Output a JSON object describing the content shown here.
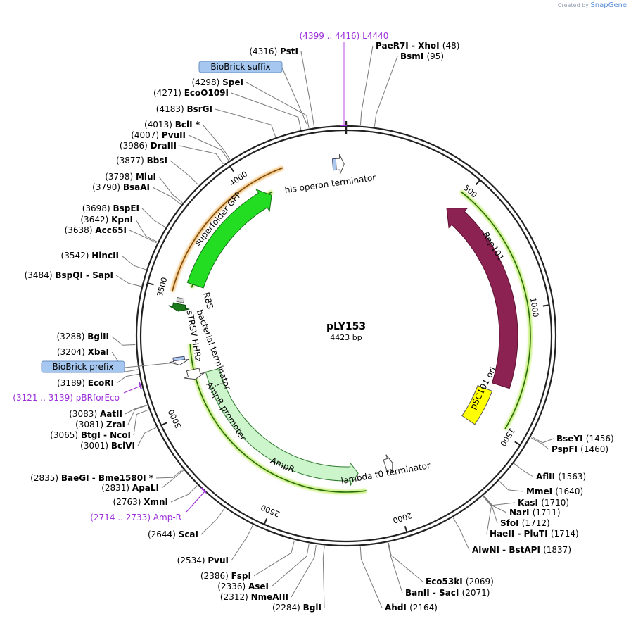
{
  "brand": {
    "prefix": "Created by",
    "name": "SnapGene"
  },
  "plasmid": {
    "name": "pLY153",
    "length_bp": 4423,
    "length_label": "4423 bp"
  },
  "tick_labels": [
    "500",
    "1000",
    "1500",
    "2000",
    "2500",
    "3000",
    "3500",
    "4000"
  ],
  "sites": [
    {
      "pos": "(4316)",
      "name": "PstI"
    },
    {
      "pos": "(4298)",
      "name": "SpeI"
    },
    {
      "pos": "(4271)",
      "name": "EcoO109I"
    },
    {
      "pos": "(4183)",
      "name": "BsrGI"
    },
    {
      "pos": "(4013)",
      "name": "BclI *"
    },
    {
      "pos": "(4007)",
      "name": "PvuII"
    },
    {
      "pos": "(3986)",
      "name": "DraIII"
    },
    {
      "pos": "(3877)",
      "name": "BbsI"
    },
    {
      "pos": "(3798)",
      "name": "MluI"
    },
    {
      "pos": "(3790)",
      "name": "BsaAI"
    },
    {
      "pos": "(3698)",
      "name": "BspEI"
    },
    {
      "pos": "(3642)",
      "name": "KpnI"
    },
    {
      "pos": "(3638)",
      "name": "Acc65I"
    },
    {
      "pos": "(3542)",
      "name": "HincII"
    },
    {
      "pos": "(3484)",
      "name": "BspQI  - SapI"
    },
    {
      "pos": "(3288)",
      "name": "BglII"
    },
    {
      "pos": "(3204)",
      "name": "XbaI"
    },
    {
      "pos": "(3189)",
      "name": "EcoRI"
    },
    {
      "pos": "(3083)",
      "name": "AatII"
    },
    {
      "pos": "(3081)",
      "name": "ZraI"
    },
    {
      "pos": "(3065)",
      "name": "BtgI  - NcoI"
    },
    {
      "pos": "(3001)",
      "name": "BclVI"
    },
    {
      "pos": "(2835)",
      "name": "BaeGI  - Bme1580I *"
    },
    {
      "pos": "(2831)",
      "name": "ApaLI"
    },
    {
      "pos": "(2763)",
      "name": "XmnI"
    },
    {
      "pos": "(2644)",
      "name": "ScaI"
    },
    {
      "pos": "(2534)",
      "name": "PvuI"
    },
    {
      "pos": "(2386)",
      "name": "FspI"
    },
    {
      "pos": "(2336)",
      "name": "AseI"
    },
    {
      "pos": "(2312)",
      "name": "NmeAIII"
    },
    {
      "pos": "(2284)",
      "name": "BglI"
    },
    {
      "pos": "(2164)",
      "name": "AhdI"
    },
    {
      "pos": "(2071)",
      "name": "BanII  - SacI"
    },
    {
      "pos": "(2069)",
      "name": "Eco53kI"
    },
    {
      "pos": "(1837)",
      "name": "AlwNI  - BstAPI"
    },
    {
      "pos": "(1714)",
      "name": "HaeII  - PluTI"
    },
    {
      "pos": "(1712)",
      "name": "SfoI"
    },
    {
      "pos": "(1711)",
      "name": "NarI"
    },
    {
      "pos": "(1710)",
      "name": "KasI"
    },
    {
      "pos": "(1640)",
      "name": "MmeI"
    },
    {
      "pos": "(1563)",
      "name": "AflII"
    },
    {
      "pos": "(1460)",
      "name": "PspFI"
    },
    {
      "pos": "(1456)",
      "name": "BseYI"
    },
    {
      "pos": "(48)",
      "name": "PaeR7I  - XhoI"
    },
    {
      "pos": "(95)",
      "name": "BsmI"
    }
  ],
  "primers": [
    {
      "range": "(4399 .. 4416)",
      "name": "L4440"
    },
    {
      "range": "(3121 .. 3139)",
      "name": "pBRforEco"
    },
    {
      "range": "(2714 .. 2733)",
      "name": "Amp-R"
    }
  ],
  "boxed_labels": [
    {
      "name": "BioBrick suffix"
    },
    {
      "name": "BioBrick prefix"
    }
  ],
  "features": [
    {
      "name": "Rep101",
      "color": "#8b2252"
    },
    {
      "name": "pSC101 ori",
      "color": "#ffff00"
    },
    {
      "name": "superfolder GFP",
      "color": "#22dd22"
    },
    {
      "name": "AmpR",
      "color": "#ccf5cc"
    },
    {
      "name": "his operon terminator",
      "color": "#ffffff"
    },
    {
      "name": "lambda t0 terminator",
      "color": "#ffffff"
    },
    {
      "name": "AmpR promoter",
      "color": "#ffffff"
    },
    {
      "name": "bacterial terminator",
      "color": "#ffffff"
    },
    {
      "name": "sTRSV HHRz",
      "color": "#ffffff"
    },
    {
      "name": "RBS",
      "color": "#1a7a1a"
    }
  ]
}
